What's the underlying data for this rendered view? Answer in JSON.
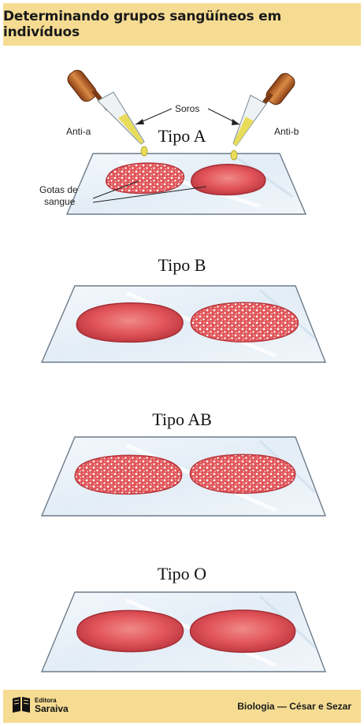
{
  "header": {
    "title": "Determinando grupos sangüíneos em indivíduos"
  },
  "labels": {
    "soros": "Soros",
    "anti_a": "Anti-a",
    "anti_b": "Anti-b",
    "gotas_line1": "Gotas de",
    "gotas_line2": "sangue"
  },
  "panels": [
    {
      "title": "Tipo A"
    },
    {
      "title": "Tipo B"
    },
    {
      "title": "Tipo AB"
    },
    {
      "title": "Tipo O"
    }
  ],
  "footer": {
    "publisher_small": "Editora",
    "publisher_name": "Saraiva",
    "credit": "Biologia — César e Sezar"
  },
  "colors": {
    "header_bg": "#f6dc93",
    "blood": "#e2555a",
    "glass": "#e9f1f8",
    "serum": "#e9dc5a",
    "dropper_bulb": "#c06a2a"
  }
}
